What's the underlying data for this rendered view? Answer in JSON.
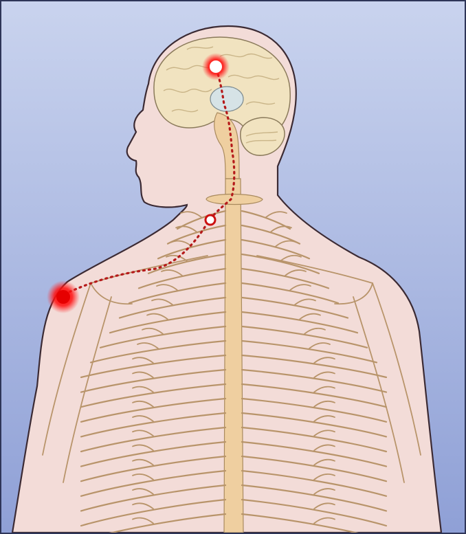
{
  "figure": {
    "kind": "medical-illustration",
    "subject": "pain-signal-pathway",
    "labels": []
  },
  "colors": {
    "background_top": "#c9d3ee",
    "background_bottom": "#8fa0d6",
    "skin": "#f3dcd8",
    "outline": "#3b2a33",
    "nerve": "#b8946a",
    "spine": "#efcfa0",
    "brain": "#f1e3c0",
    "pathway": "#b51a1a",
    "pain_glow": "#ff1a1a"
  },
  "icons": {
    "brain_signal": "red-glow-dot",
    "injury_site": "red-glow-dot",
    "spinal_relay": "red-ring-dot"
  }
}
